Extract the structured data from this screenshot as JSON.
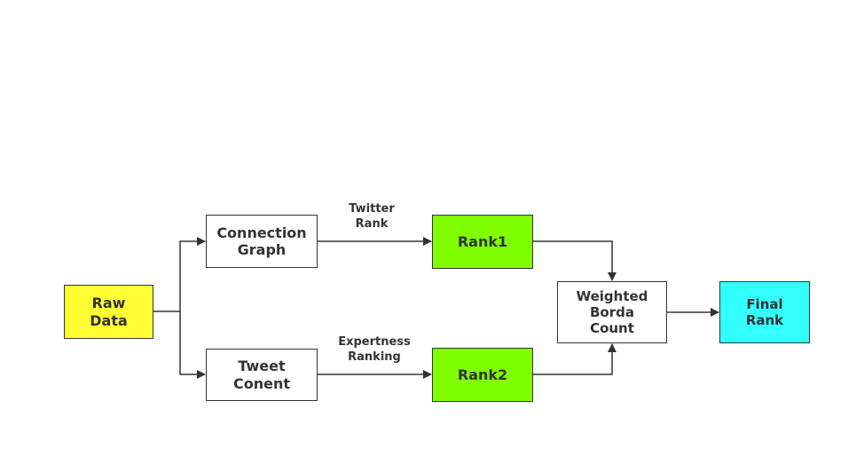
{
  "colors": {
    "raw_data_fill": "#ffff33",
    "rank_fill": "#80ff00",
    "final_fill": "#33ffff",
    "default_fill": "#ffffff",
    "stroke": "#333333"
  },
  "nodes": {
    "raw_data": "Raw\nData",
    "connection_graph": "Connection\nGraph",
    "tweet_content": "Tweet\nConent",
    "rank1": "Rank1",
    "rank2": "Rank2",
    "weighted_borda": "Weighted\nBorda\nCount",
    "final_rank": "Final\nRank"
  },
  "edge_labels": {
    "twitter_rank": "Twitter\nRank",
    "expertness_ranking": "Expertness\nRanking"
  }
}
